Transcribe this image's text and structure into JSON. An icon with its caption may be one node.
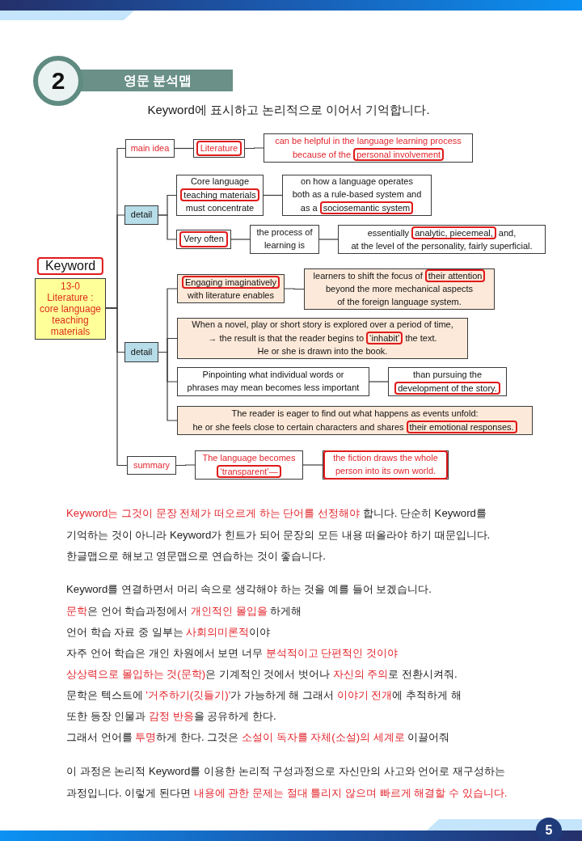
{
  "diagram": {
    "title": "영문 분석맵",
    "nodes": [
      {
        "text": [
          "Keyword",
          "13-0 Literature : core language teaching materials"
        ]
      },
      {
        "text": [
          "main idea"
        ]
      },
      {
        "text": [
          "Literature"
        ]
      },
      {
        "text": [
          "can be helpful in the language learning process because of the personal involvement"
        ]
      },
      {
        "text": [
          "detail"
        ]
      },
      {
        "text": [
          "Core language teaching materials must concentrate"
        ]
      },
      {
        "text": [
          "on how a language operates both as a rule-based system and as a sociosemantic system"
        ]
      },
      {
        "text": [
          "Very often"
        ]
      },
      {
        "text": [
          "the process of learning is"
        ]
      },
      {
        "text": [
          "essentially analytic, piecemeal, and, at the level of the personality, fairly superficial."
        ]
      },
      {
        "text": [
          "detail"
        ]
      },
      {
        "text": [
          "Engaging imaginatively with literature enables"
        ]
      },
      {
        "text": [
          "learners to shift the focus of their attention beyond the more mechanical aspects of the foreign language system."
        ]
      },
      {
        "text": [
          "When a novel, play or short story is explored over a period of time, → the result is that the reader begins to ‘inhabit’ the text. He or she is drawn into the book."
        ]
      },
      {
        "text": [
          "Pinpointing what individual words or phrases may mean becomes less important"
        ]
      },
      {
        "text": [
          "than pursuing the development of the story."
        ]
      },
      {
        "text": [
          "The reader is eager to find out what happens as events unfold: he or she feels close to certain characters and shares their emotional responses."
        ]
      },
      {
        "text": [
          "summary"
        ]
      },
      {
        "text": [
          "The language becomes ‘transparent’—"
        ]
      },
      {
        "text": [
          "the fiction draws the whole person into its own world."
        ]
      }
    ],
    "edges": [
      {
        "from": 0,
        "to": 1,
        "arrow": "none"
      },
      {
        "from": 0,
        "to": 4,
        "arrow": "none"
      },
      {
        "from": 0,
        "to": 10,
        "arrow": "none"
      },
      {
        "from": 0,
        "to": 17,
        "arrow": "none"
      },
      {
        "from": 1,
        "to": 2,
        "arrow": "none"
      },
      {
        "from": 2,
        "to": 3,
        "arrow": "none"
      },
      {
        "from": 4,
        "to": 5,
        "arrow": "none"
      },
      {
        "from": 4,
        "to": 7,
        "arrow": "none"
      },
      {
        "from": 5,
        "to": 6,
        "arrow": "none"
      },
      {
        "from": 7,
        "to": 8,
        "arrow": "none"
      },
      {
        "from": 8,
        "to": 9,
        "arrow": "none"
      },
      {
        "from": 10,
        "to": 11,
        "arrow": "none"
      },
      {
        "from": 10,
        "to": 13,
        "arrow": "none"
      },
      {
        "from": 10,
        "to": 14,
        "arrow": "none"
      },
      {
        "from": 10,
        "to": 16,
        "arrow": "none"
      },
      {
        "from": 11,
        "to": 12,
        "arrow": "none"
      },
      {
        "from": 14,
        "to": 15,
        "arrow": "none"
      },
      {
        "from": 17,
        "to": 18,
        "arrow": "none"
      },
      {
        "from": 18,
        "to": 19,
        "arrow": "none"
      }
    ],
    "labels": [
      "2",
      "Keyword에 표시하고 논리적으로 이어서 기억합니다.",
      "Keyword는 그것이 문장 전체가 떠오르게 하는 단어를 선정해야 합니다. 단순히 Keyword를 기억하는 것이 아니라 Keyword가 힌트가 되어 문장의 모든 내용 떠올라야 하기 때문입니다.",
      "한글맵으로 해보고 영문맵으로 연습하는 것이 좋습니다.",
      "Keyword를 연결하면서 머리 속으로 생각해야 하는 것을 예를 들어 보겠습니다.",
      "문학은 언어 학습과정에서 개인적인 몰입을 하게해",
      "언어 학습 자료 중 일부는 사회의미론적이야",
      "자주 언어 학습은 개인 차원에서 보면 너무 분석적이고 단편적인 것이야",
      "상상력으로 몰입하는 것(문학)은 기계적인 것에서 벗어나 자신의 주의로 전환시켜줘.",
      "문학은 텍스트에 '거주하기(깃들기)'가 가능하게 해 그래서 이야기 전개에 추적하게 해",
      "또한 등장 인물과 감정 반응을 공유하게 한다.",
      "그래서 언어를 투명하게 한다. 그것은 소설이 독자를 자체(소설)의 세계로 이끌어줘",
      "이 과정은 논리적 Keyword를 이용한 논리적 구성과정으로 자신만의 사고와 언어로 재구성하는 과정입니다. 이렇게 된다면 내용에 관한 문제는 절대 틀리지 않으며 빠르게 해결할 수 있습니다.",
      "5"
    ]
  }
}
